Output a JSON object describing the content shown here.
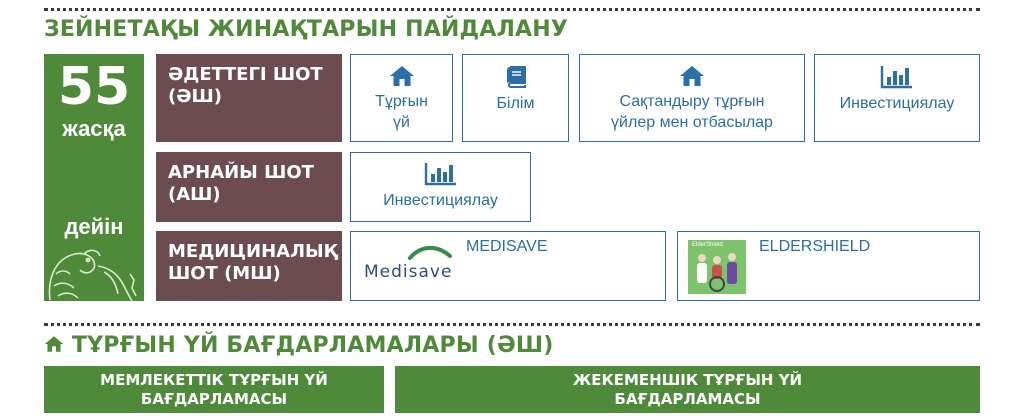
{
  "section1": {
    "title": "ЗЕЙНЕТАҚЫ ЖИНАҚТАРЫН ПАЙДАЛАНУ"
  },
  "age": {
    "number": "55",
    "word1": "жасқа",
    "word2": "дейін"
  },
  "accounts": {
    "ordinary": {
      "label_line1": "ӘДЕТТЕГІ ШОТ",
      "label_line2": "(ӘШ)"
    },
    "special": {
      "label_line1": "АРНАЙЫ ШОТ",
      "label_line2": "(АШ)"
    },
    "medical": {
      "label_line1": "МЕДИЦИНАЛЫҚ",
      "label_line2": "ШОТ (МШ)"
    }
  },
  "uses": {
    "housing": {
      "line1": "Тұрғын",
      "line2": "үй",
      "icon": "home-icon"
    },
    "education": {
      "line1": "Білім",
      "icon": "book-icon"
    },
    "insurance": {
      "line1": "Сақтандыру тұрғын",
      "line2": "үйлер мен отбасылар",
      "icon": "home-icon"
    },
    "invest1": {
      "line1": "Инвестициялау",
      "icon": "bar-chart-icon"
    },
    "invest2": {
      "line1": "Инвестициялау",
      "icon": "bar-chart-icon"
    },
    "medisave": {
      "name": "MEDISAVE",
      "logo_text": "Medisave"
    },
    "eldershield": {
      "name": "ELDERSHIELD",
      "logo_text": "ElderShield"
    }
  },
  "section2": {
    "title": "ТҰРҒЫН ҮЙ БАҒДАРЛАМАЛАРЫ (ӘШ)"
  },
  "programs": {
    "public": {
      "line1": "МЕМЛЕКЕТТІК ТҰРҒЫН ҮЙ",
      "line2": "БАҒДАРЛАМАСЫ"
    },
    "private": {
      "line1": "ЖЕКЕМЕНШІК ТҰРҒЫН ҮЙ",
      "line2": "БАҒДАРЛАМАСЫ"
    }
  },
  "colors": {
    "green": "#4e8a3a",
    "brown": "#6d4c4f",
    "blue": "#2b6ea8"
  }
}
